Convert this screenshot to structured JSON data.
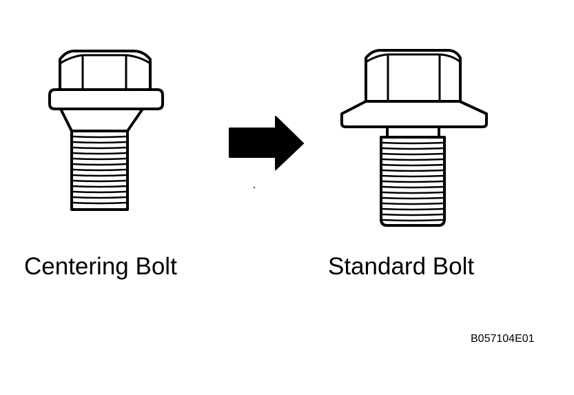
{
  "figure": {
    "left_label": "Centering Bolt",
    "right_label": "Standard Bolt",
    "figure_code": "B057104E01"
  },
  "colors": {
    "ink": "#000000",
    "paper": "#ffffff"
  },
  "icons": {
    "arrow": "right-arrow-icon"
  }
}
